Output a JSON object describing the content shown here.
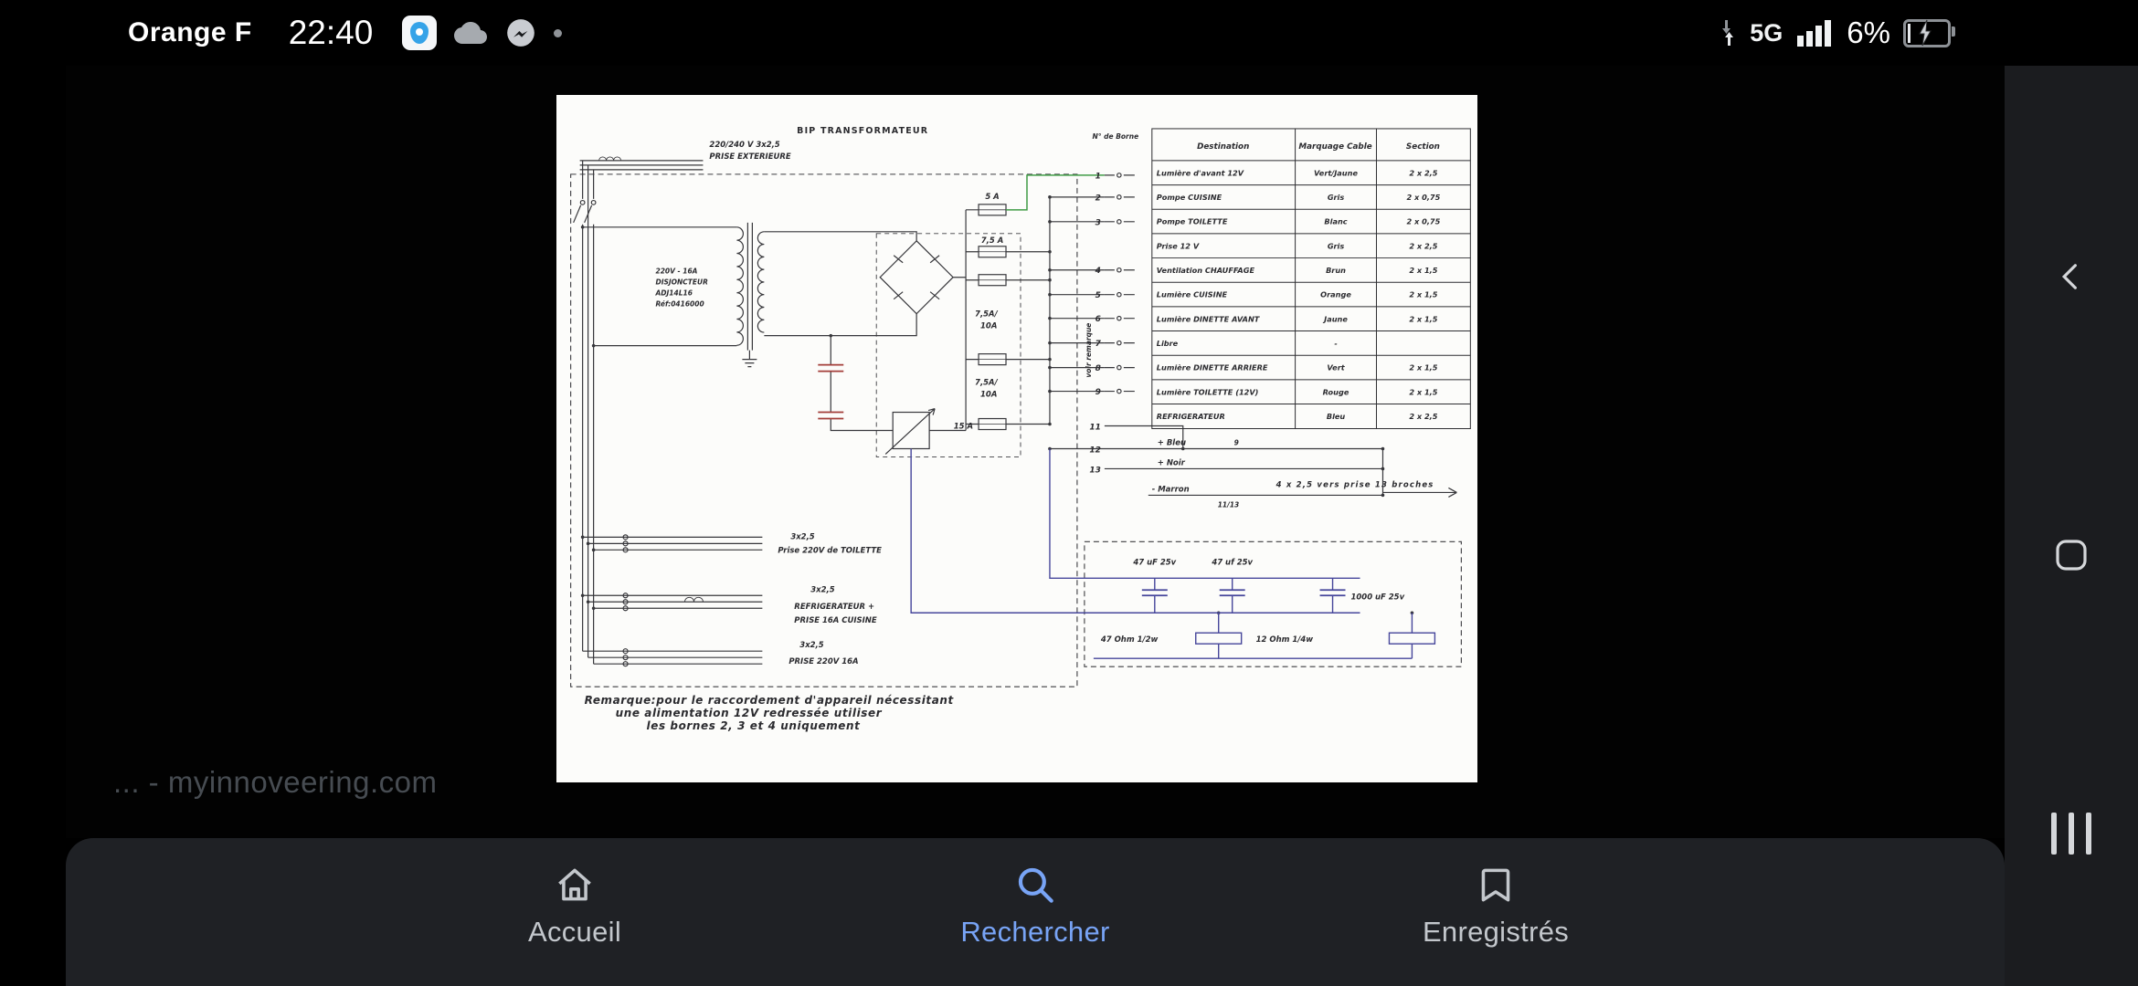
{
  "status_bar": {
    "carrier": "Orange F",
    "time": "22:40",
    "network": "5G",
    "battery": "6%"
  },
  "viewer": {
    "caption": "... - myinnoveering.com"
  },
  "bottom_nav": {
    "items": [
      {
        "label": "Accueil",
        "icon": "home-icon",
        "active": false
      },
      {
        "label": "Rechercher",
        "icon": "search-icon",
        "active": true
      },
      {
        "label": "Enregistrés",
        "icon": "bookmark-icon",
        "active": false
      }
    ],
    "active_color": "#78a4f6",
    "inactive_color": "#c3c7cc"
  },
  "diagram": {
    "title": "BIP TRANSFORMATEUR",
    "supply": [
      "220/240 V  3x2,5",
      "PRISE EXTERIEURE"
    ],
    "breaker": [
      "220V - 16A",
      "DISJONCTEUR",
      "ADJ14L16",
      "Réf:0416000"
    ],
    "fuses": [
      "5 A",
      "7,5 A",
      "7,5A/",
      "10A",
      "7,5A/",
      "10A",
      "15 A"
    ],
    "terminal_header": "N° de Borne",
    "terminals": [
      "1",
      "2",
      "3",
      "4",
      "5",
      "6",
      "7",
      "8",
      "9"
    ],
    "lower_terminals": [
      "11",
      "12",
      "13"
    ],
    "wire_labels": {
      "bleu": "+ Bleu",
      "noir": "+ Noir",
      "marron": "- Marron",
      "nine": "9",
      "vers": "4 x 2,5   vers prise 13 broches",
      "gauge": "11/13"
    },
    "vertical_note": "voir remarque",
    "capacitors": [
      "47 uF 25v",
      "47 uf 25v",
      "1000 uF 25v"
    ],
    "resistors": [
      "47 Ohm 1/2w",
      "12 Ohm 1/4w"
    ],
    "cables": [
      {
        "size": "3x2,5",
        "lines": [
          "Prise 220V de TOILETTE"
        ]
      },
      {
        "size": "3x2,5",
        "lines": [
          "REFRIGERATEUR +",
          "PRISE 16A CUISINE"
        ]
      },
      {
        "size": "3x2,5",
        "lines": [
          "PRISE 220V 16A"
        ]
      }
    ],
    "remark": [
      "Remarque:pour le raccordement d'appareil nécessitant",
      "une alimentation 12V redressée utiliser",
      "les bornes 2, 3 et 4 uniquement"
    ],
    "table": {
      "headers": [
        "Destination",
        "Marquage Cable",
        "Section"
      ],
      "rows": [
        [
          "Lumière d'avant 12V",
          "Vert/Jaune",
          "2 x 2,5"
        ],
        [
          "Pompe CUISINE",
          "Gris",
          "2 x 0,75"
        ],
        [
          "Pompe TOILETTE",
          "Blanc",
          "2 x 0,75"
        ],
        [
          "Prise  12 V",
          "Gris",
          "2 x 2,5"
        ],
        [
          "Ventilation CHAUFFAGE",
          "Brun",
          "2 x 1,5"
        ],
        [
          "Lumière CUISINE",
          "Orange",
          "2 x 1,5"
        ],
        [
          "Lumière DINETTE AVANT",
          "Jaune",
          "2 x 1,5"
        ],
        [
          "Libre",
          "-",
          ""
        ],
        [
          "Lumière DINETTE ARRIERE",
          "Vert",
          "2 x 1,5"
        ],
        [
          "Lumière TOILETTE (12V)",
          "Rouge",
          "2 x 1,5"
        ],
        [
          "REFRIGERATEUR",
          "Bleu",
          "2 x 2,5"
        ]
      ]
    },
    "colors": {
      "wire_green": "#3f9b45",
      "wire_navy": "#46469b",
      "component_red": "#a33d38",
      "ink": "#37373b"
    }
  }
}
